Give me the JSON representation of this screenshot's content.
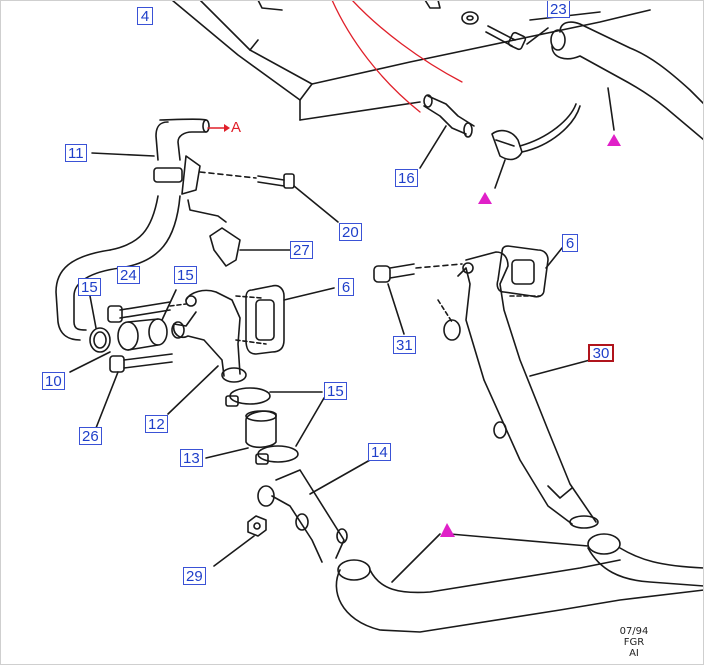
{
  "diagram": {
    "callouts": [
      "4",
      "23",
      "16",
      "11",
      "20",
      "27",
      "24",
      "15",
      "15",
      "6",
      "6",
      "31",
      "30",
      "10",
      "26",
      "12",
      "15",
      "13",
      "14",
      "29"
    ],
    "active_callout": "30",
    "reference_letter": "A",
    "stamp": [
      "07/94",
      "FGR",
      "AI"
    ]
  },
  "colors": {
    "callout_border": "#3a52d6",
    "callout_text": "#1f3fc9",
    "active_border": "#b0141c",
    "reference_arrow": "#e0202a",
    "marker": "#e020c8",
    "line_art": "#1a1a1a"
  }
}
